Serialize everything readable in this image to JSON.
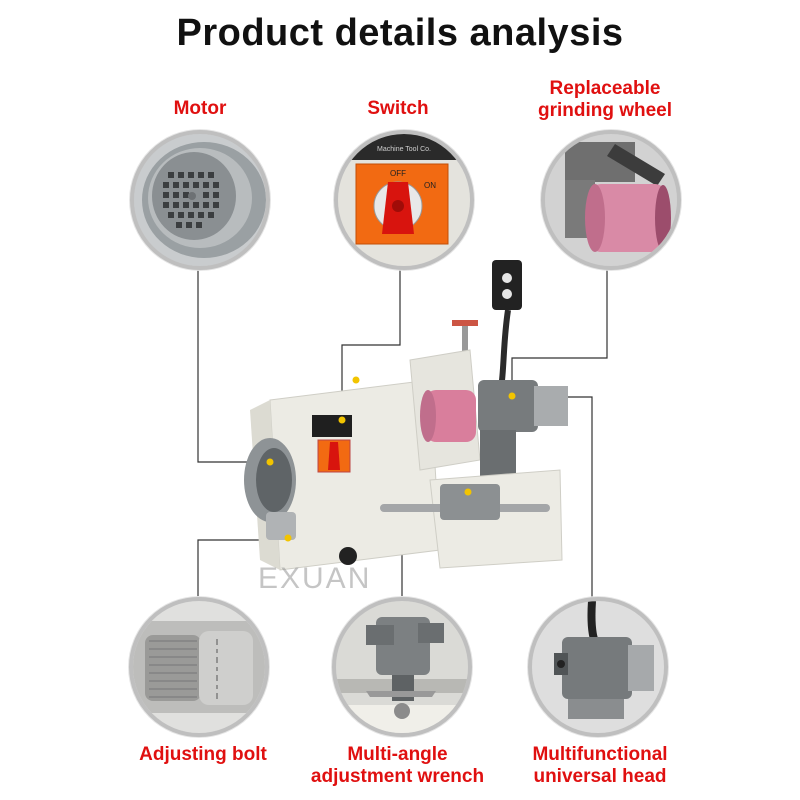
{
  "page": {
    "title": "Product details analysis",
    "watermark": "EXUAN"
  },
  "callouts": {
    "motor": {
      "label": "Motor"
    },
    "switch": {
      "label": "Switch",
      "panel_text": "Machine Tool Co.",
      "off": "OFF",
      "on": "ON"
    },
    "wheel": {
      "label_line1": "Replaceable",
      "label_line2": "grinding wheel"
    },
    "bolt": {
      "label": "Adjusting bolt"
    },
    "wrench": {
      "label_line1": "Multi-angle",
      "label_line2": "adjustment wrench"
    },
    "head": {
      "label_line1": "Multifunctional",
      "label_line2": "universal head"
    }
  },
  "colors": {
    "label": "#e01010",
    "title": "#111111",
    "machine_body": "#ecebe4",
    "motor_cap": "#8e9396",
    "switch_orange": "#f26a12",
    "grinding_wheel": "#d97e9c",
    "leader_line": "#333333",
    "marker_dot": "#f2c400"
  }
}
